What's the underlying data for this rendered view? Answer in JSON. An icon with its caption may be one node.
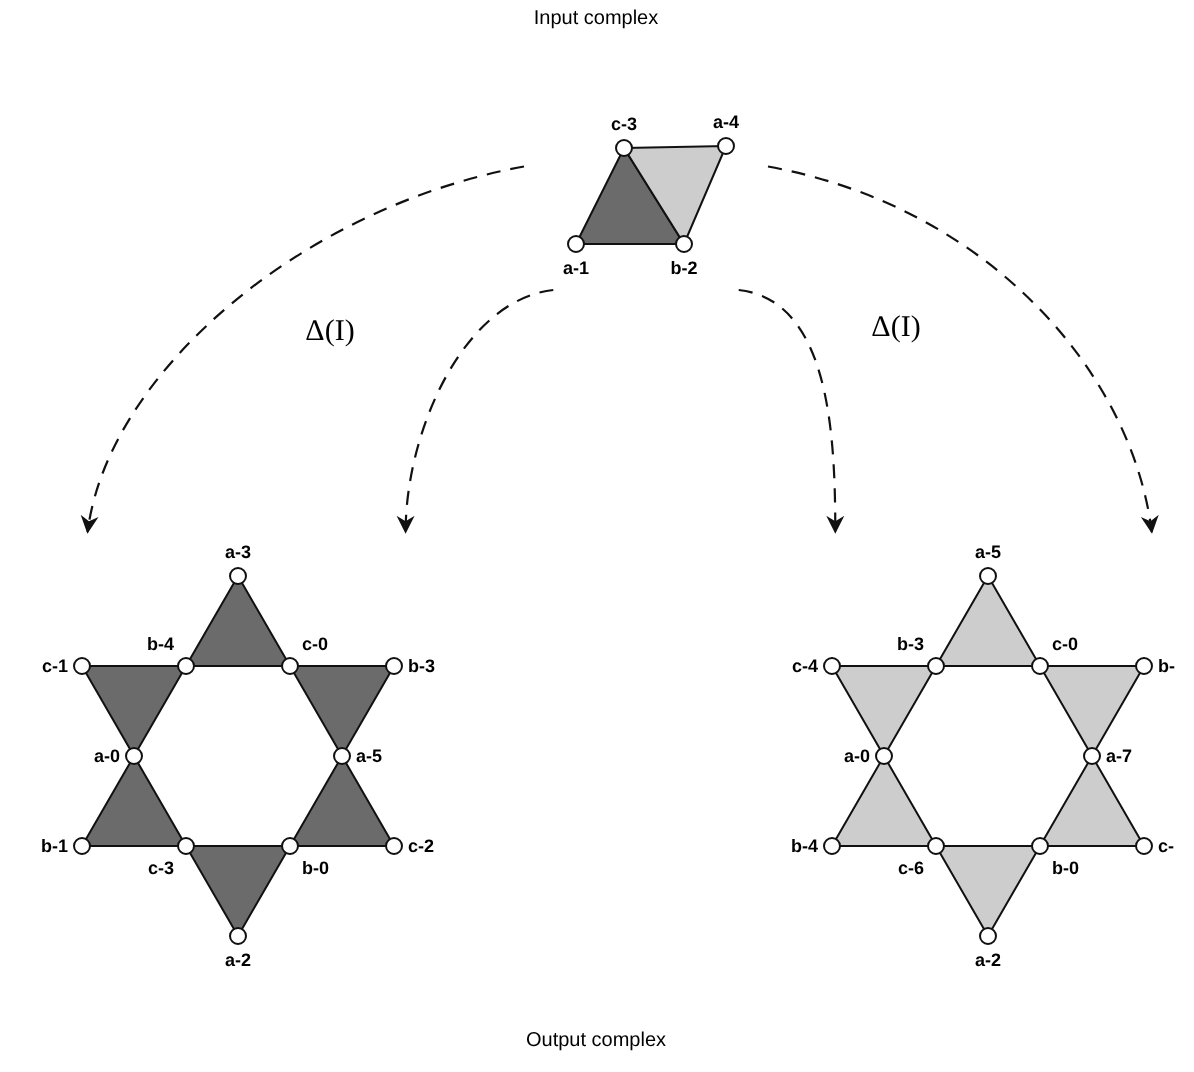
{
  "diagram": {
    "title": "Input complex",
    "caption": "Output complex",
    "nodes": [
      {
        "text": [
          "c-3",
          "a-4",
          "a-1",
          "b-2"
        ]
      },
      {
        "text": [
          "a-3",
          "b-4",
          "c-0",
          "c-1",
          "b-3",
          "a-0",
          "a-5",
          "b-1",
          "c-3",
          "b-0",
          "c-2",
          "a-2"
        ]
      },
      {
        "text": [
          "a-5",
          "b-3",
          "c-0",
          "c-4",
          "b-",
          "a-0",
          "a-7",
          "b-4",
          "c-6",
          "b-0",
          "c-",
          "a-2"
        ]
      }
    ],
    "edges": [
      {
        "from": 0,
        "to": 1,
        "arrow": "to",
        "style": "dashed"
      },
      {
        "from": 0,
        "to": 1,
        "arrow": "to",
        "style": "dashed"
      },
      {
        "from": 0,
        "to": 2,
        "arrow": "to",
        "style": "dashed"
      },
      {
        "from": 0,
        "to": 2,
        "arrow": "to",
        "style": "dashed"
      }
    ],
    "labels": [
      "Δ(I)",
      "Δ(I)"
    ]
  }
}
